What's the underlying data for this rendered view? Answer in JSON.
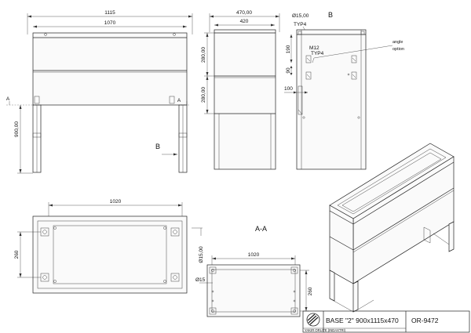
{
  "front_view": {
    "dim_total_width": "1115",
    "dim_inner_width": "1070",
    "dim_height": "900,00",
    "section_label_left": "A",
    "section_label_right": "A"
  },
  "section_arrow_b_lower": "B",
  "side_view": {
    "dim_depth": "470,00",
    "dim_inner_depth": "420",
    "dim_upper_panel": "280,00",
    "dim_lower_panel": "280,00"
  },
  "view_b": {
    "label": "B",
    "dim_hole": "Ø15,00",
    "typ_1": "TYP4",
    "dim_190": "190",
    "thread": "M12",
    "typ_2": "TYP4",
    "dim_90": "90",
    "dim_100": "100",
    "angle_note_line1": "angle",
    "angle_note_line2": "option"
  },
  "top_view": {
    "dim_width": "1020",
    "dim_depth": "260",
    "dim_hole": "Ø15,00"
  },
  "section_aa": {
    "label": "A-A",
    "dim_width": "1020",
    "dim_hole": "Ø15",
    "dim_depth": "260"
  },
  "title_block": {
    "title": "BASE \"2\" 900x1115x470",
    "code": "OR-9472",
    "company": "YAKIR ORLITE (INDAXTRI)"
  }
}
